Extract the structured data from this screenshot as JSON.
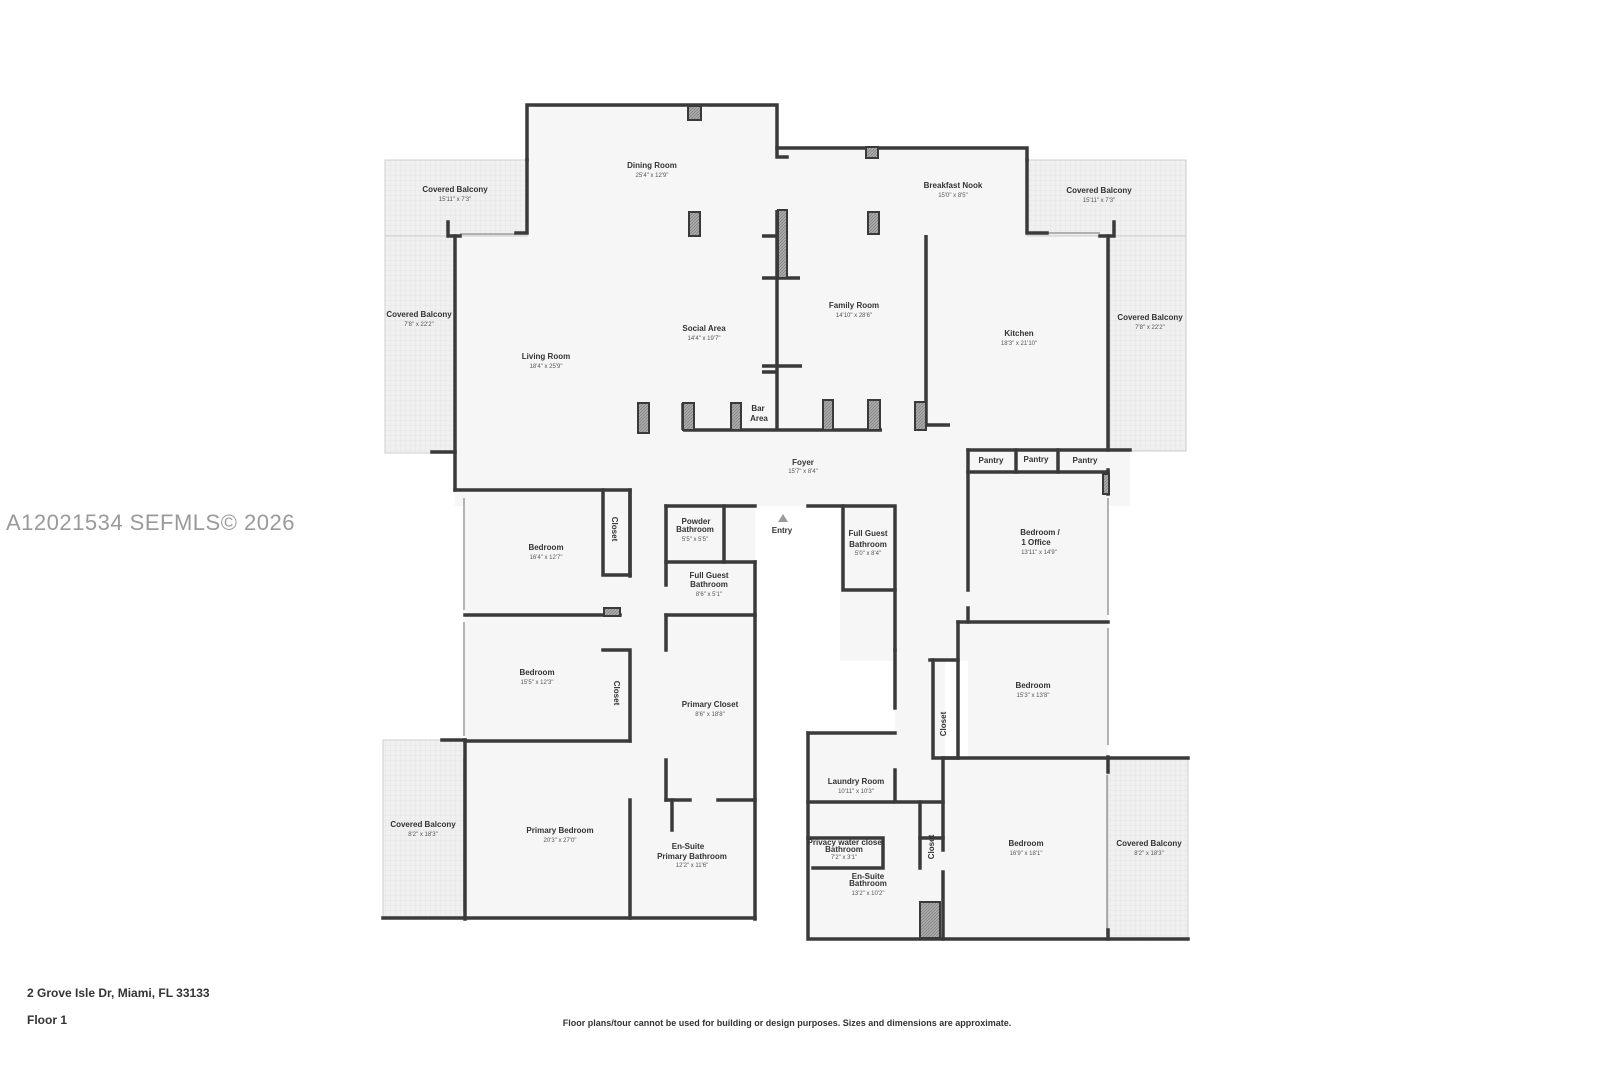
{
  "watermark": "A12021534  SEFMLS© 2026",
  "address": "2 Grove Isle Dr, Miami, FL 33133",
  "floor": "Floor 1",
  "disclaimer": "Floor plans/tour cannot be used for building or design purposes. Sizes and dimensions are approximate.",
  "entry_label": "Entry",
  "colors": {
    "wall": "#3a3a3a",
    "floor": "#f5f5f5",
    "balcony": "#eeeeee",
    "text": "#333333"
  },
  "rooms": {
    "dining_room": {
      "name": "Dining Room",
      "dim": "25'4\" x 12'9\""
    },
    "breakfast_nook": {
      "name": "Breakfast Nook",
      "dim": "15'0\" x 8'5\""
    },
    "balcony_nw": {
      "name": "Covered Balcony",
      "dim": "15'11\" x 7'3\""
    },
    "balcony_ne": {
      "name": "Covered Balcony",
      "dim": "15'11\" x 7'3\""
    },
    "balcony_w": {
      "name": "Covered Balcony",
      "dim": "7'8\" x 22'2\""
    },
    "balcony_e": {
      "name": "Covered Balcony",
      "dim": "7'8\" x 22'2\""
    },
    "family_room": {
      "name": "Family Room",
      "dim": "14'10\" x 28'6\""
    },
    "social_area": {
      "name": "Social Area",
      "dim": "14'4\" x 19'7\""
    },
    "kitchen": {
      "name": "Kitchen",
      "dim": "18'3\" x 21'10\""
    },
    "living_room": {
      "name": "Living Room",
      "dim": "18'4\" x 25'9\""
    },
    "bar_area": {
      "line1": "Bar",
      "line2": "Area"
    },
    "foyer": {
      "name": "Foyer",
      "dim": "15'7\" x 8'4\""
    },
    "pantry1": {
      "name": "Pantry"
    },
    "pantry2": {
      "name": "Pantry"
    },
    "pantry3": {
      "name": "Pantry"
    },
    "bedroom_office": {
      "line1": "Bedroom /",
      "line2": "1 Office",
      "dim": "13'11\" x 14'9\""
    },
    "bedroom_w1": {
      "name": "Bedroom",
      "dim": "16'4\" x 12'7\""
    },
    "closet_w1": {
      "name": "Closet"
    },
    "powder_bath": {
      "line1": "Powder",
      "line2": "Bathroom",
      "dim": "5'5\" x 5'5\""
    },
    "full_guest_bath_e": {
      "line1": "Full Guest",
      "line2": "Bathroom",
      "dim": "5'0\" x 8'4\""
    },
    "full_guest_bath_w": {
      "line1": "Full Guest",
      "line2": "Bathroom",
      "dim": "8'6\" x 5'1\""
    },
    "bedroom_w2": {
      "name": "Bedroom",
      "dim": "15'5\" x 12'3\""
    },
    "closet_w2": {
      "name": "Closet"
    },
    "primary_closet": {
      "name": "Primary Closet",
      "dim": "8'6\" x 18'8\""
    },
    "bedroom_e2": {
      "name": "Bedroom",
      "dim": "15'3\" x 13'8\""
    },
    "closet_e1": {
      "name": "Closet"
    },
    "laundry_room": {
      "name": "Laundry Room",
      "dim": "10'11\" x 10'3\""
    },
    "balcony_sw": {
      "name": "Covered Balcony",
      "dim": "8'2\" x 18'3\""
    },
    "primary_bedroom": {
      "name": "Primary Bedroom",
      "dim": "20'3\" x 27'0\""
    },
    "ensuite_primary": {
      "line1": "En-Suite",
      "line2": "Primary Bathroom",
      "dim": "12'2\" x 11'6\""
    },
    "privacy_wc": {
      "line1": "Privacy water closet",
      "line2": "Bathroom",
      "dim": "7'2\" x 3'1\""
    },
    "closet_e2": {
      "name": "Closet"
    },
    "ensuite_bath": {
      "line1": "En-Suite",
      "line2": "Bathroom",
      "dim": "13'2\" x 10'2\""
    },
    "bedroom_se": {
      "name": "Bedroom",
      "dim": "16'9\" x 18'1\""
    },
    "balcony_se": {
      "name": "Covered Balcony",
      "dim": "8'2\" x 18'3\""
    }
  }
}
